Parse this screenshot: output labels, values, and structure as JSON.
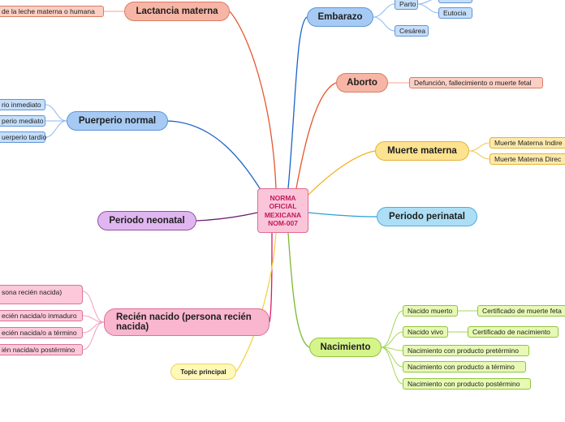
{
  "center": {
    "line1": "NORMA",
    "line2": "OFICIAL",
    "line3": "MEXICANA",
    "line4": "NOM-007"
  },
  "branches": {
    "lactancia": {
      "label": "Lactancia materna",
      "children": [
        "de la leche materna o humana"
      ]
    },
    "puerperio": {
      "label": "Puerperio normal",
      "children": [
        "rio inmediato",
        "perio mediato",
        "uerperio tardío"
      ]
    },
    "neonatal": {
      "label": "Periodo neonatal"
    },
    "recien": {
      "label_line1": "Recién nacido (persona recién",
      "label_line2": "nacida)",
      "children": [
        "sona recién nacida)",
        "ecién nacida/o inmaduro",
        "ecién nacida/o a término",
        "ién nacida/o postérmino"
      ]
    },
    "topic": {
      "label": "Topic principal"
    },
    "embarazo": {
      "label": "Embarazo",
      "children": [
        "Parto",
        "Eutocia",
        "Cesárea"
      ]
    },
    "aborto": {
      "label": "Aborto",
      "children": [
        "Defunción, fallecimiento o muerte fetal"
      ]
    },
    "muerte": {
      "label": "Muerte materna",
      "children": [
        "Muerte Materna Indire",
        "Muerte Materna Direc"
      ]
    },
    "perinatal": {
      "label": "Periodo perinatal"
    },
    "nacimiento": {
      "label": "Nacimiento",
      "children": [
        "Nacido muerto",
        "Nacido vivo",
        "Nacimiento con producto pretérmino",
        "Nacimiento con producto a término",
        "Nacimiento con producto postérmino"
      ],
      "grandchildren": [
        "Certificado de muerte feta",
        "Certificado de nacimiento"
      ]
    }
  },
  "colors": {
    "lactancia": "#e4572e",
    "puerperio": "#1a64c8",
    "neonatal": "#6a1b70",
    "recien": "#d81b60",
    "topic": "#f5d443",
    "embarazo": "#1a64c8",
    "aborto": "#e4572e",
    "muerte": "#f3b21d",
    "perinatal": "#2b9fd6",
    "nacimiento": "#7cb82f"
  }
}
